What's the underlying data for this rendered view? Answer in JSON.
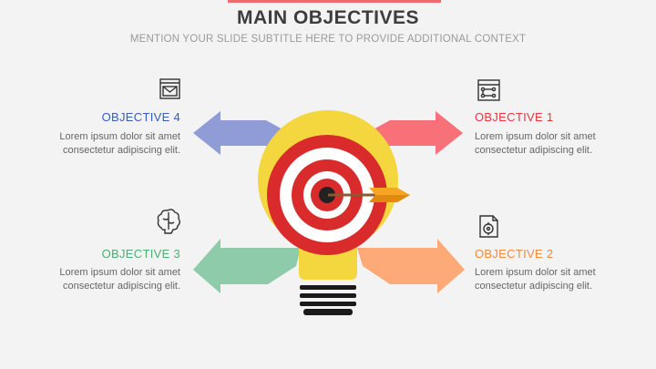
{
  "header": {
    "title": "MAIN OBJECTIVES",
    "subtitle": "MENTION YOUR SLIDE SUBTITLE HERE TO PROVIDE ADDITIONAL CONTEXT"
  },
  "objectives": [
    {
      "label": "OBJECTIVE 1",
      "line1": "Lorem ipsum dolor sit amet",
      "line2": "consectetur adipiscing elit.",
      "color": "#e8363f",
      "icon": "flowchart-icon"
    },
    {
      "label": "OBJECTIVE 2",
      "line1": "Lorem ipsum dolor sit amet",
      "line2": "consectetur adipiscing elit.",
      "color": "#f28a3c",
      "icon": "document-target-icon"
    },
    {
      "label": "OBJECTIVE 3",
      "line1": "Lorem ipsum dolor sit amet",
      "line2": "consectetur adipiscing elit.",
      "color": "#4caf70",
      "icon": "brain-icon"
    },
    {
      "label": "OBJECTIVE 4",
      "line1": "Lorem ipsum dolor sit amet",
      "line2": "consectetur adipiscing elit.",
      "color": "#3b5bbf",
      "icon": "email-icon"
    }
  ],
  "colors": {
    "arrow1": "#f87179",
    "arrow2": "#fdaa78",
    "arrow3": "#8ecbaa",
    "arrow4": "#8f9cd6",
    "bulb": "#f4d63e",
    "target_red": "#d92b2b"
  }
}
